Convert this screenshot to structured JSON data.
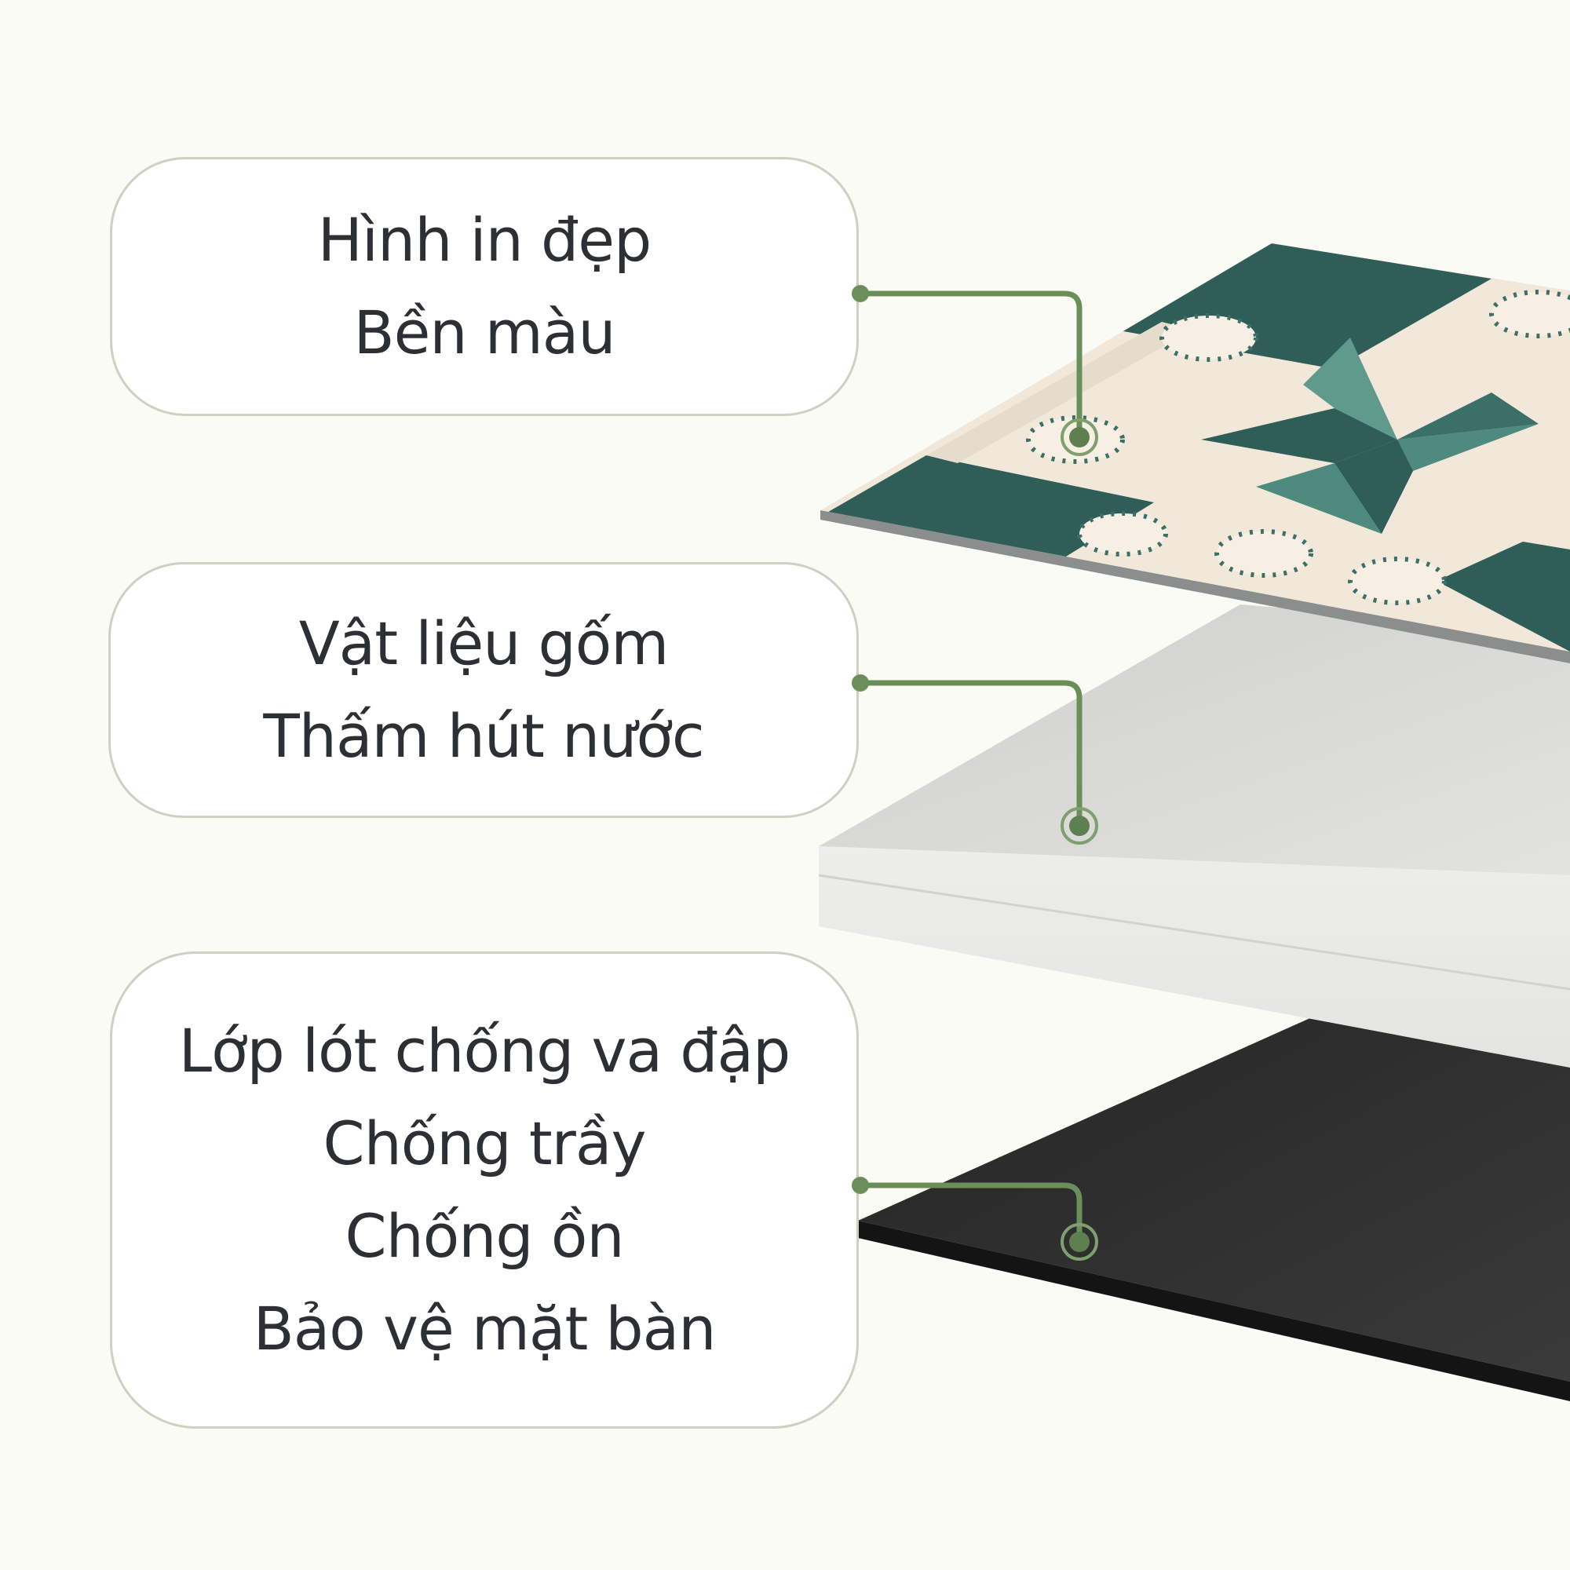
{
  "colors": {
    "background": "#fbfbf6",
    "connector": "#6b8f5a",
    "tile_dark": "#2f5e58",
    "tile_mid": "#4f8a7e",
    "tile_cream": "#f2e8da",
    "ceramic": "#dededb",
    "base": "#2b2b2b"
  },
  "labels": {
    "print_layer": {
      "lines": [
        "Hình in đẹp",
        "Bền màu"
      ]
    },
    "ceramic_layer": {
      "lines": [
        "Vật liệu gốm",
        "Thấm hút nước"
      ]
    },
    "base_layer": {
      "lines": [
        "Lớp lót chống va đập",
        "Chống trầy",
        "Chống ồn",
        "Bảo vệ mặt bàn"
      ]
    }
  }
}
